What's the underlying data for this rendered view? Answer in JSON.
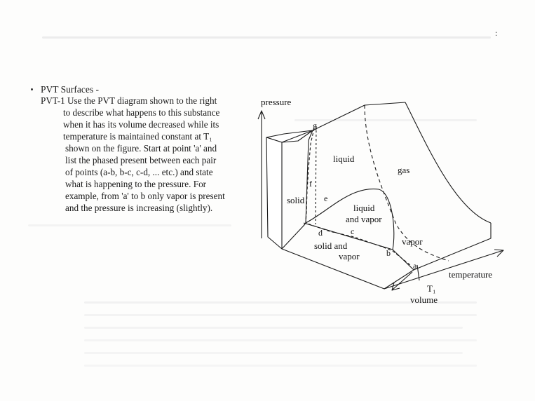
{
  "page": {
    "corner_mark": ":"
  },
  "text": {
    "section_title": "PVT Surfaces -",
    "problem_lines": [
      "PVT-1  Use the PVT diagram shown to the right",
      "to describe what happens to this substance",
      "when it has its volume decreased while its",
      "temperature is maintained constant at T₁",
      "shown on the figure.  Start at point 'a' and",
      "list the phased present between each pair",
      "of points (a-b, b-c, c-d, ... etc.) and state",
      "what is happening to the pressure.  For",
      "example, from 'a' to b only vapor is present",
      "and the pressure is increasing (slightly)."
    ]
  },
  "diagram": {
    "axis_pressure": "pressure",
    "axis_temperature": "temperature",
    "axis_volume": "volume",
    "isotherm": "T₁",
    "regions": {
      "solid": "solid",
      "liquid": "liquid",
      "gas": "gas",
      "vapor": "vapor",
      "liquid_vapor_1": "liquid",
      "liquid_vapor_2": "and vapor",
      "solid_vapor_1": "solid and",
      "solid_vapor_2": "vapor"
    },
    "points": {
      "a": "a",
      "b": "b",
      "c": "c",
      "d": "d",
      "e": "e",
      "f": "f",
      "g": "g"
    }
  }
}
